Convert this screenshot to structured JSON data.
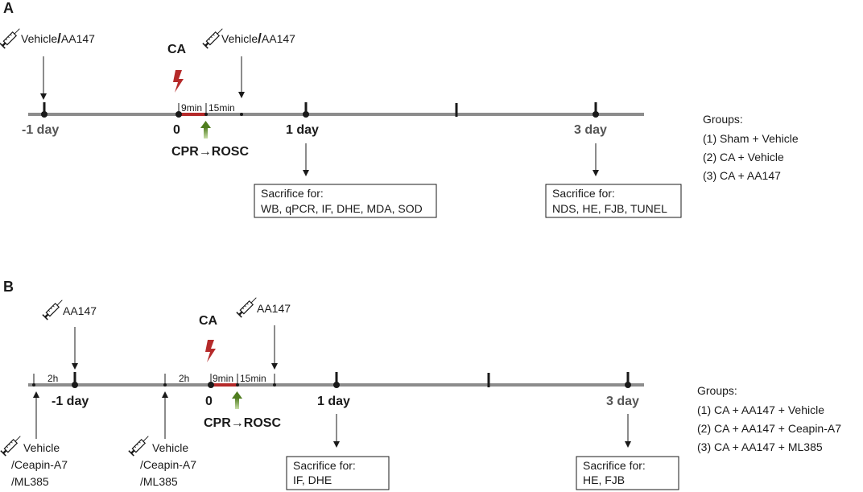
{
  "colors": {
    "timeline": "#8c8c8c",
    "ischemia": "#b52a2a",
    "bolt": "#b52a2a",
    "cpr_arrow": "#5e8a2a",
    "day_gray": "#555555"
  },
  "icons": [
    "syringe-icon",
    "lightning-icon",
    "up-arrow-icon"
  ],
  "panelA": {
    "label": "A",
    "inj1": {
      "a": "Vehicle",
      "sep": "/",
      "b": "AA147"
    },
    "inj2": {
      "a": "Vehicle",
      "sep": "/",
      "b": "AA147"
    },
    "ca": "CA",
    "seg1": "9min",
    "seg2": "15min",
    "day_minus1": "-1 day",
    "day0": "0",
    "day1": "1 day",
    "day3": "3 day",
    "cpr": "CPR→ROSC",
    "box1": {
      "title": "Sacrifice for:",
      "body": "WB, qPCR, IF, DHE, MDA, SOD"
    },
    "box2": {
      "title": "Sacrifice for:",
      "body": "NDS, HE, FJB, TUNEL"
    },
    "groups": {
      "title": "Groups:",
      "items": [
        "(1)  Sham + Vehicle",
        "(2)  CA + Vehicle",
        "(3)  CA + AA147"
      ]
    }
  },
  "panelB": {
    "label": "B",
    "inj1": "AA147",
    "inj2": "AA147",
    "ca": "CA",
    "gap1": "2h",
    "gap2": "2h",
    "seg1": "9min",
    "seg2": "15min",
    "day_minus1": "-1 day",
    "day0": "0",
    "day1": "1 day",
    "day3": "3 day",
    "cpr": "CPR→ROSC",
    "pre1": {
      "l1": "Vehicle",
      "l2": "/Ceapin-A7",
      "l3": "/ML385"
    },
    "pre2": {
      "l1": "Vehicle",
      "l2": "/Ceapin-A7",
      "l3": "/ML385"
    },
    "box1": {
      "title": "Sacrifice for:",
      "body": "IF, DHE"
    },
    "box2": {
      "title": "Sacrifice for:",
      "body": "HE, FJB"
    },
    "groups": {
      "title": "Groups:",
      "items": [
        "(1)  CA + AA147 + Vehicle",
        "(2)  CA + AA147 + Ceapin-A7",
        "(3)  CA + AA147 + ML385"
      ]
    }
  }
}
